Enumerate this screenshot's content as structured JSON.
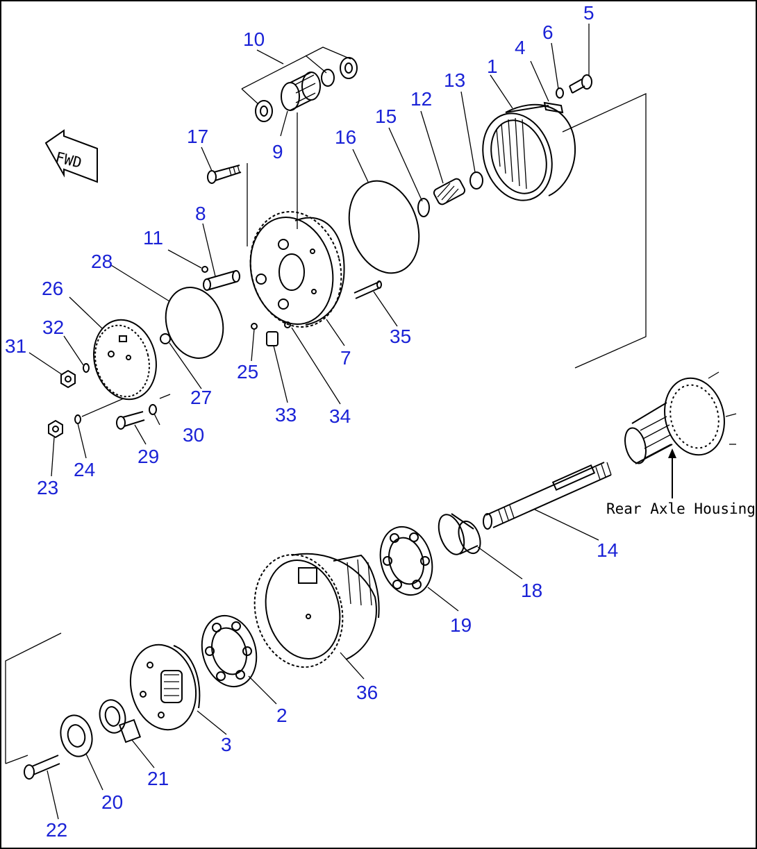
{
  "diagram": {
    "fwd_label": "FWD",
    "housing_label": "Rear Axle Housing",
    "part_color": "#1a22d6",
    "parts": [
      {
        "id": "1",
        "label": "1"
      },
      {
        "id": "2",
        "label": "2"
      },
      {
        "id": "3",
        "label": "3"
      },
      {
        "id": "4",
        "label": "4"
      },
      {
        "id": "5",
        "label": "5"
      },
      {
        "id": "6",
        "label": "6"
      },
      {
        "id": "7",
        "label": "7"
      },
      {
        "id": "8",
        "label": "8"
      },
      {
        "id": "9",
        "label": "9"
      },
      {
        "id": "10",
        "label": "10"
      },
      {
        "id": "11",
        "label": "11"
      },
      {
        "id": "12",
        "label": "12"
      },
      {
        "id": "13",
        "label": "13"
      },
      {
        "id": "14",
        "label": "14"
      },
      {
        "id": "15",
        "label": "15"
      },
      {
        "id": "16",
        "label": "16"
      },
      {
        "id": "17",
        "label": "17"
      },
      {
        "id": "18",
        "label": "18"
      },
      {
        "id": "19",
        "label": "19"
      },
      {
        "id": "20",
        "label": "20"
      },
      {
        "id": "21",
        "label": "21"
      },
      {
        "id": "22",
        "label": "22"
      },
      {
        "id": "23",
        "label": "23"
      },
      {
        "id": "24",
        "label": "24"
      },
      {
        "id": "25",
        "label": "25"
      },
      {
        "id": "26",
        "label": "26"
      },
      {
        "id": "27",
        "label": "27"
      },
      {
        "id": "28",
        "label": "28"
      },
      {
        "id": "29",
        "label": "29"
      },
      {
        "id": "30",
        "label": "30"
      },
      {
        "id": "31",
        "label": "31"
      },
      {
        "id": "32",
        "label": "32"
      },
      {
        "id": "33",
        "label": "33"
      },
      {
        "id": "34",
        "label": "34"
      },
      {
        "id": "35",
        "label": "35"
      },
      {
        "id": "36",
        "label": "36"
      }
    ]
  }
}
